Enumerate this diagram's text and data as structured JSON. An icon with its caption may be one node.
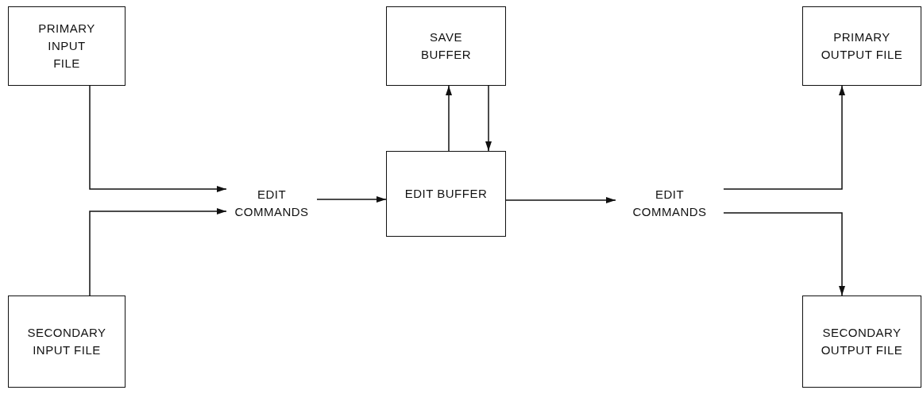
{
  "diagram": {
    "nodes": [
      {
        "text": [
          "PRIMARY INPUT FILE"
        ]
      },
      {
        "text": [
          "SECONDARY INPUT FILE"
        ]
      },
      {
        "text": [
          "EDIT COMMANDS"
        ]
      },
      {
        "text": [
          "SAVE BUFFER"
        ]
      },
      {
        "text": [
          "EDIT BUFFER"
        ]
      },
      {
        "text": [
          "EDIT COMMANDS"
        ]
      },
      {
        "text": [
          "PRIMARY OUTPUT FILE"
        ]
      },
      {
        "text": [
          "SECONDARY OUTPUT FILE"
        ]
      }
    ],
    "edges": [
      {
        "from": 0,
        "to": 2,
        "arrow": "to"
      },
      {
        "from": 1,
        "to": 2,
        "arrow": "to"
      },
      {
        "from": 2,
        "to": 4,
        "arrow": "to"
      },
      {
        "from": 4,
        "to": 3,
        "arrow": "to"
      },
      {
        "from": 3,
        "to": 4,
        "arrow": "to"
      },
      {
        "from": 4,
        "to": 5,
        "arrow": "to"
      },
      {
        "from": 5,
        "to": 6,
        "arrow": "to"
      },
      {
        "from": 5,
        "to": 7,
        "arrow": "to"
      }
    ]
  }
}
